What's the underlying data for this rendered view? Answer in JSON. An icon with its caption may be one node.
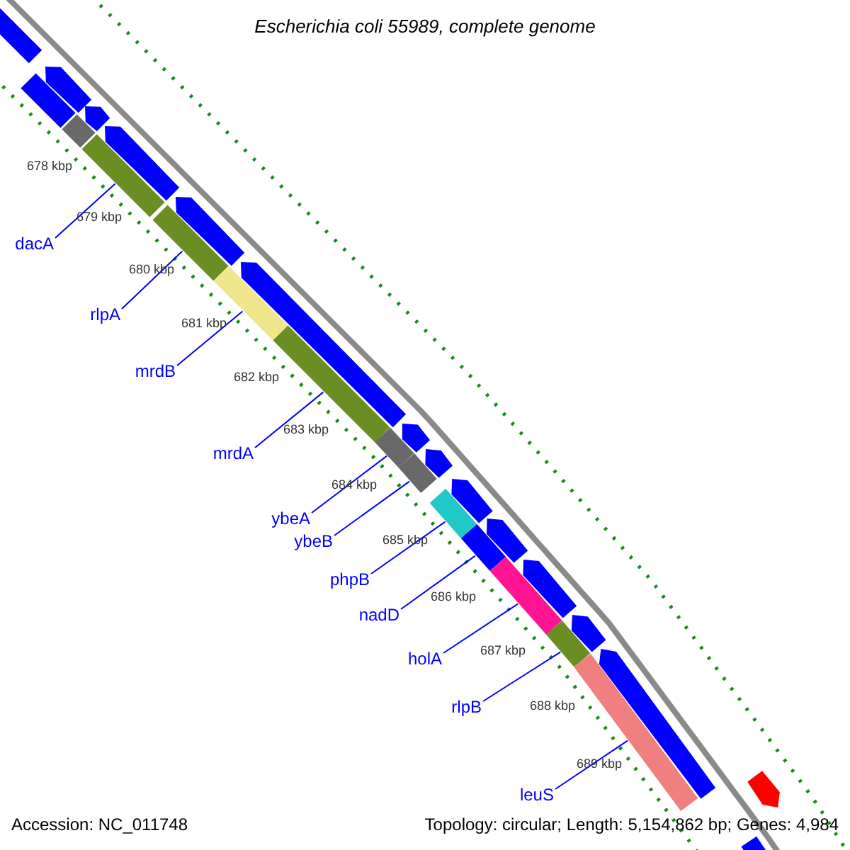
{
  "diagram": {
    "title": "Escherichia coli 55989, complete genome",
    "nodes": [
      {
        "text": [
          "dacA"
        ]
      },
      {
        "text": [
          "rlpA"
        ]
      },
      {
        "text": [
          "mrdB"
        ]
      },
      {
        "text": [
          "mrdA"
        ]
      },
      {
        "text": [
          "ybeA"
        ]
      },
      {
        "text": [
          "ybeB"
        ]
      },
      {
        "text": [
          "phpB"
        ]
      },
      {
        "text": [
          "nadD"
        ]
      },
      {
        "text": [
          "holA"
        ]
      },
      {
        "text": [
          "rlpB"
        ]
      },
      {
        "text": [
          "leuS"
        ]
      },
      {
        "text": [],
        "shape": "bar"
      },
      {
        "text": [],
        "shape": "bar"
      },
      {
        "text": [],
        "shape": "bar"
      },
      {
        "text": [],
        "shape": "bar"
      },
      {
        "text": [],
        "shape": "bar"
      },
      {
        "text": [],
        "shape": "bar"
      },
      {
        "text": [],
        "shape": "bar"
      },
      {
        "text": [],
        "shape": "bar"
      },
      {
        "text": [],
        "shape": "bar"
      },
      {
        "text": [],
        "shape": "bar"
      },
      {
        "text": [],
        "shape": "bar"
      },
      {
        "text": [],
        "shape": "bar"
      },
      {
        "text": [],
        "shape": "arrow"
      },
      {
        "text": [],
        "shape": "arrow"
      },
      {
        "text": [],
        "shape": "arrow"
      },
      {
        "text": [],
        "shape": "arrow"
      },
      {
        "text": [],
        "shape": "arrow"
      },
      {
        "text": [],
        "shape": "arrow"
      },
      {
        "text": [],
        "shape": "arrow"
      },
      {
        "text": [],
        "shape": "arrow"
      },
      {
        "text": [],
        "shape": "arrow"
      },
      {
        "text": [],
        "shape": "arrow"
      },
      {
        "text": [],
        "shape": "arrow"
      },
      {
        "text": [],
        "shape": "arrow"
      },
      {
        "text": [],
        "shape": "bar"
      },
      {
        "text": [],
        "shape": "bar"
      },
      {
        "text": [],
        "shape": "bar"
      },
      {
        "text": [],
        "shape": "arrow"
      }
    ],
    "edges": [
      {
        "from": 0,
        "to": 11,
        "arrow": "none"
      },
      {
        "from": 1,
        "to": 12,
        "arrow": "none"
      },
      {
        "from": 2,
        "to": 13,
        "arrow": "none"
      },
      {
        "from": 3,
        "to": 14,
        "arrow": "none"
      },
      {
        "from": 4,
        "to": 15,
        "arrow": "none"
      },
      {
        "from": 5,
        "to": 16,
        "arrow": "none"
      },
      {
        "from": 6,
        "to": 17,
        "arrow": "none"
      },
      {
        "from": 7,
        "to": 18,
        "arrow": "none"
      },
      {
        "from": 8,
        "to": 19,
        "arrow": "none"
      },
      {
        "from": 9,
        "to": 20,
        "arrow": "none"
      },
      {
        "from": 10,
        "to": 21,
        "arrow": "none"
      }
    ],
    "labels": [
      "678 kbp",
      "679 kbp",
      "680 kbp",
      "681 kbp",
      "682 kbp",
      "683 kbp",
      "684 kbp",
      "685 kbp",
      "686 kbp",
      "687 kbp",
      "688 kbp",
      "689 kbp",
      "Accession: NC_011748",
      "Topology: circular; Length: 5,154,862 bp; Genes: 4,984"
    ]
  }
}
